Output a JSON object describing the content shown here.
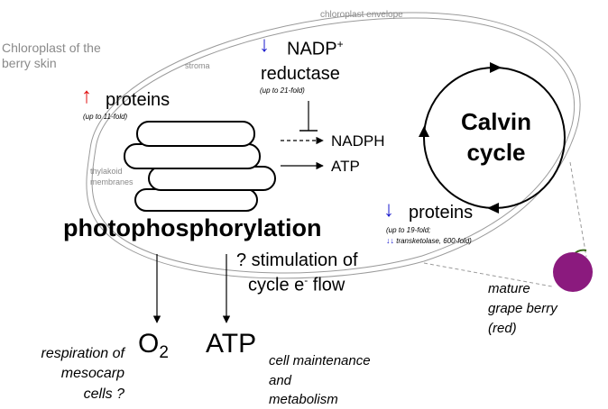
{
  "labels": {
    "chloroplast_envelope": "chloroplast envelope",
    "chloroplast_of_berry_skin": [
      "Chloroplast of the",
      "berry skin"
    ],
    "stroma": "stroma",
    "thylakoid_membranes": [
      "thylakoid",
      "membranes"
    ],
    "photophosphorylation": "photophosphorylation",
    "calvin_cycle": [
      "Calvin",
      "cycle"
    ],
    "nadph": "NADPH",
    "atp_inside": "ATP",
    "stimulation": [
      "? stimulation of",
      "cycle e",
      "-",
      " flow"
    ],
    "o2_main": "O",
    "o2_sub": "2",
    "atp_output": "ATP",
    "respiration": [
      "respiration of",
      "mesocarp",
      "cells ?"
    ],
    "cell_maintenance": [
      "cell maintenance",
      "and",
      "metabolism"
    ],
    "grape_berry": [
      "mature",
      "grape berry",
      "(red)"
    ]
  },
  "up_proteins": {
    "arrow": "↑",
    "label": "proteins",
    "note": "(up to 11-fold)"
  },
  "nadp_reductase": {
    "arrow": "↓",
    "label_main": "NADP",
    "label_sup": "+",
    "label_line2": "reductase",
    "note": "(up to 21-fold)"
  },
  "down_proteins": {
    "arrow": "↓",
    "label": "proteins",
    "note1": "(up to 19-fold;",
    "note2_arrows": "↓↓",
    "note2": " transketolase, 600-fold)"
  },
  "colors": {
    "up_arrow": "#e01010",
    "down_arrow": "#1a1acd",
    "grape": "#8b1a7e",
    "envelope": "#9a9a9a"
  }
}
